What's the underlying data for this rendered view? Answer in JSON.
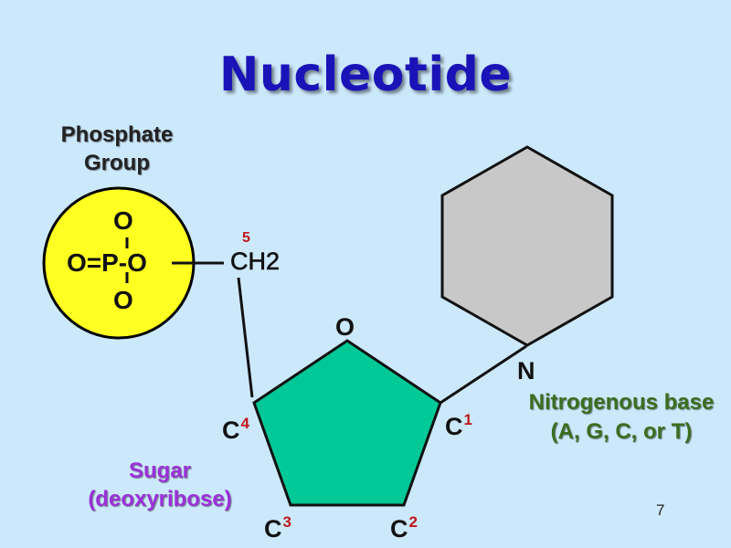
{
  "title": "Nucleotide",
  "phosphate": {
    "label_line1": "Phosphate",
    "label_line2": "Group",
    "top_o": "O",
    "middle": "O=P-O",
    "bottom_o": "O",
    "circle_color": "#ffff22"
  },
  "ch2": {
    "label": "CH2",
    "number": "5"
  },
  "ring_oxygen": "O",
  "carbons": [
    {
      "letter": "C",
      "number": "4"
    },
    {
      "letter": "C",
      "number": "1"
    },
    {
      "letter": "C",
      "number": "3"
    },
    {
      "letter": "C",
      "number": "2"
    }
  ],
  "nitrogen": "N",
  "sugar": {
    "line1": "Sugar",
    "line2": "(deoxyribose)",
    "fill_color": "#00c896"
  },
  "base": {
    "line1": "Nitrogenous base",
    "line2": "(A, G, C, or T)",
    "fill_color": "#c8c8c8"
  },
  "slide_number": "7"
}
